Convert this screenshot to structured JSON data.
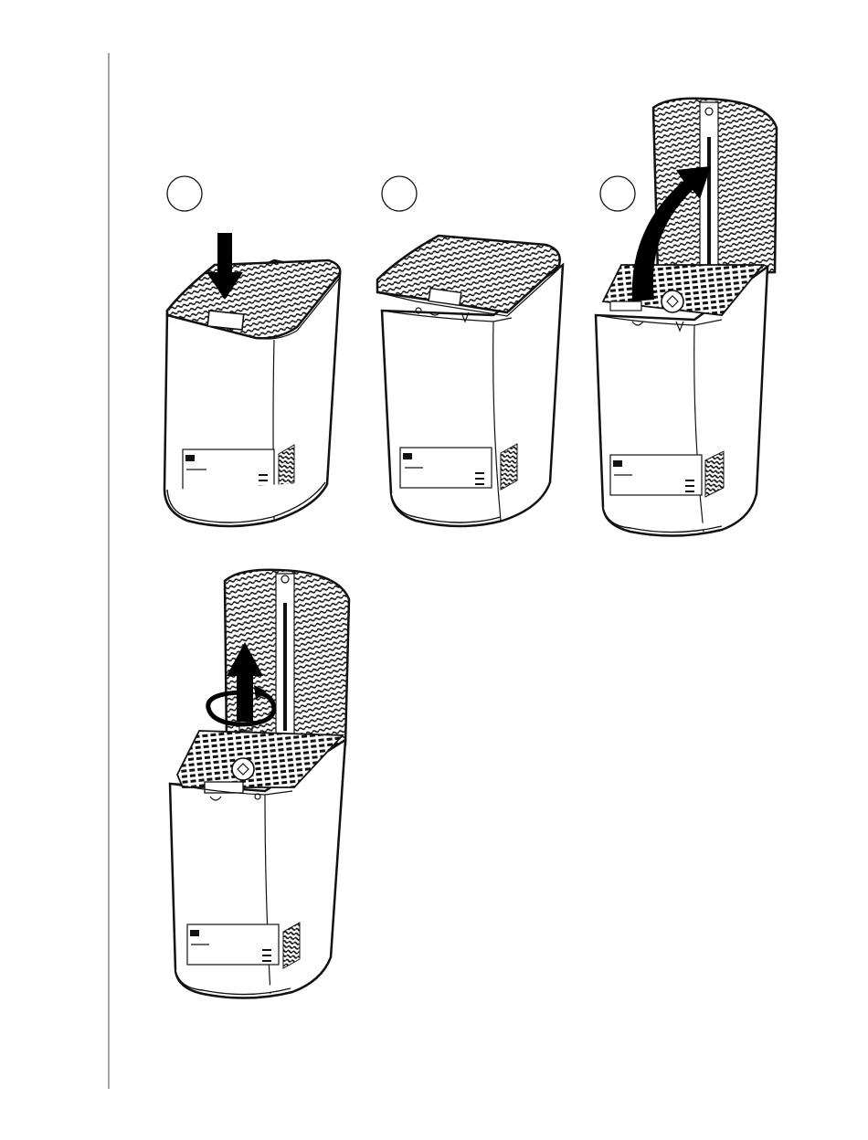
{
  "figure": {
    "description_visible_text": "",
    "steps": [
      {
        "id": "step-1",
        "label": ""
      },
      {
        "id": "step-2",
        "label": ""
      },
      {
        "id": "step-3",
        "label": ""
      }
    ],
    "colors": {
      "ink": "#111111",
      "paper": "#ffffff",
      "margin_rule": "#888888"
    },
    "icons": [
      "down-arrow-icon",
      "curved-up-arrow-icon",
      "up-arrow-icon",
      "rotate-arrow-icon"
    ]
  }
}
